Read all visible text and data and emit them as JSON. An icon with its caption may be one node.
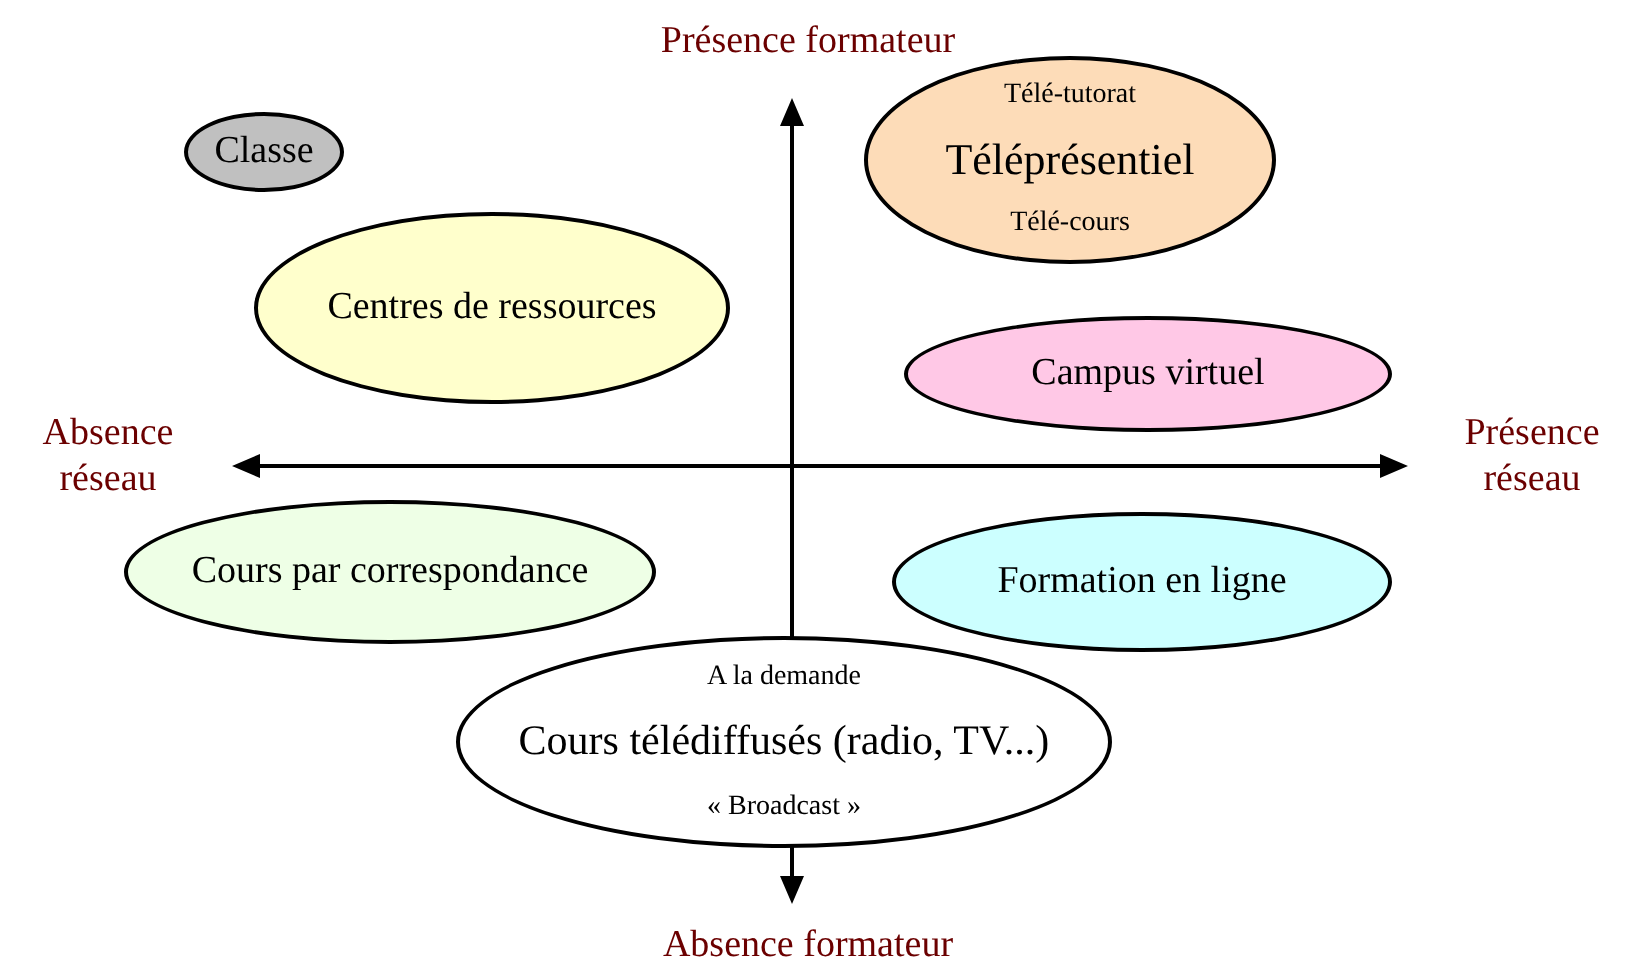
{
  "diagram": {
    "nodes": [
      {
        "text": [
          "Classe"
        ]
      },
      {
        "text": [
          "Télé-tutorat",
          "Téléprésentiel",
          "Télé-cours"
        ]
      },
      {
        "text": [
          "Centres de ressources"
        ]
      },
      {
        "text": [
          "Campus virtuel"
        ]
      },
      {
        "text": [
          "Cours par correspondance"
        ]
      },
      {
        "text": [
          "Formation en ligne"
        ]
      },
      {
        "text": [
          "A la demande",
          "Cours télédiffusés (radio, TV...)",
          "« Broadcast »"
        ]
      }
    ],
    "labels": [
      "Présence formateur",
      "Absence réseau",
      "Présence réseau",
      "Absence formateur"
    ]
  }
}
